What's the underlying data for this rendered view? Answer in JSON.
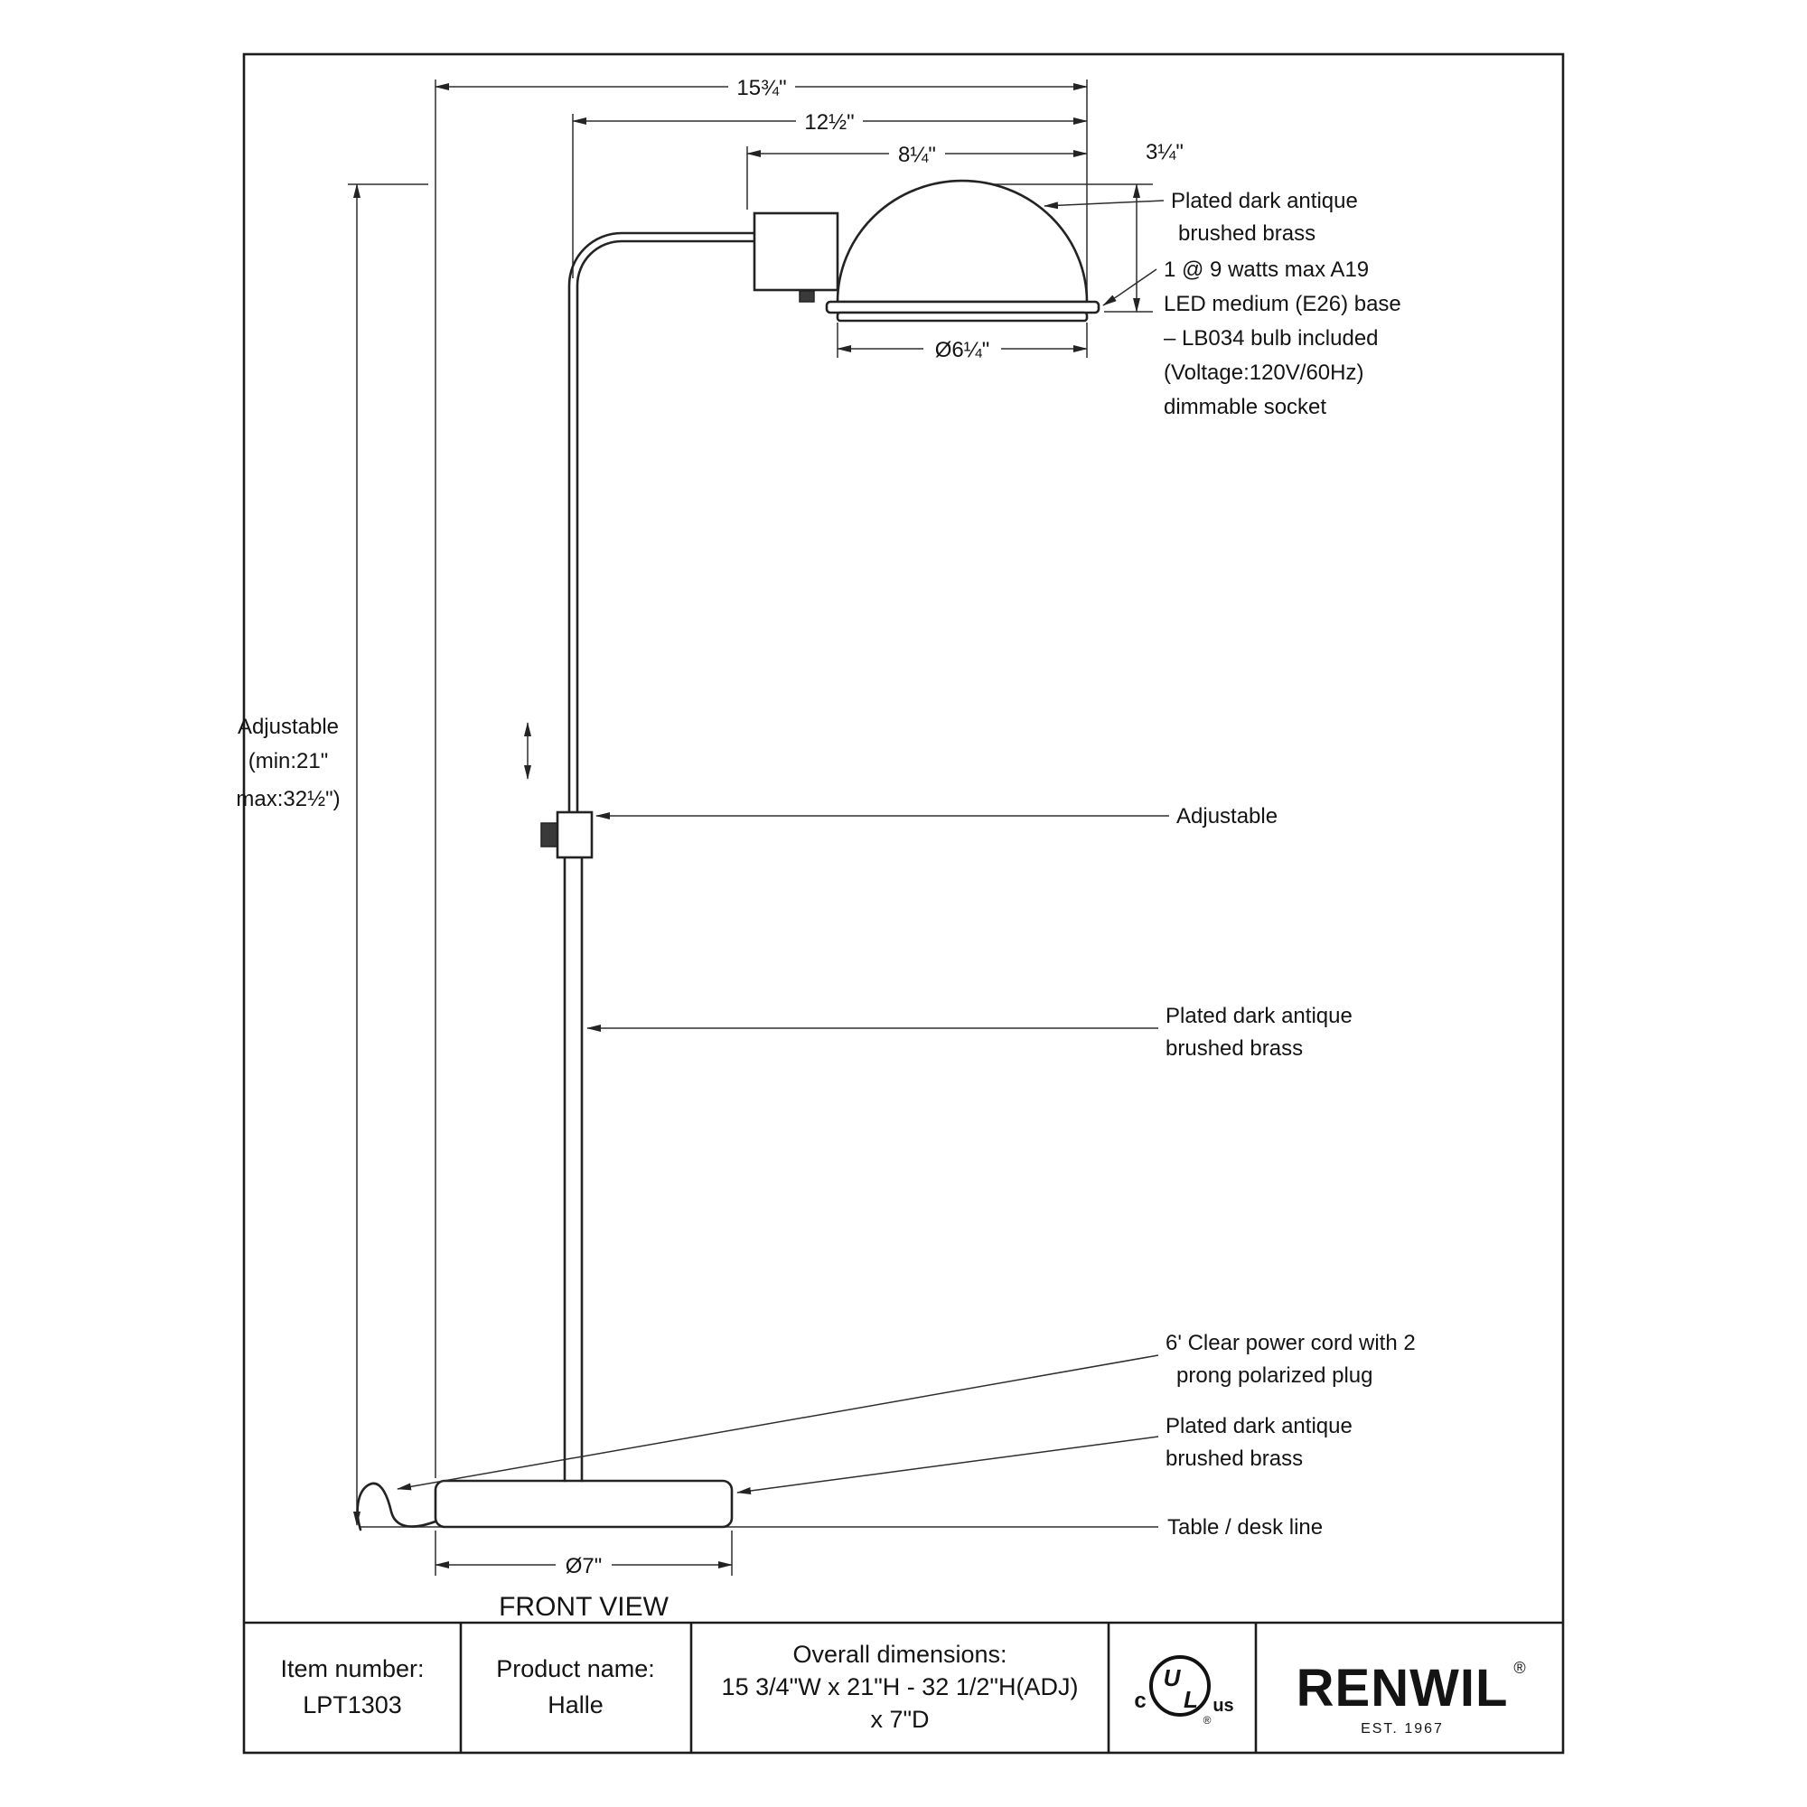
{
  "drawing": {
    "front_view": "FRONT VIEW"
  },
  "dims": {
    "overall_width": "15¾\"",
    "arm_width": "12½\"",
    "shade_width": "8¼\"",
    "shade_height": "3¼\"",
    "shade_diameter": "Ø6¼\"",
    "base_diameter": "Ø7\"",
    "adjustable_1": "Adjustable",
    "adjustable_2": "(min:21\"",
    "adjustable_3": "max:32½\")"
  },
  "notes": {
    "shade_finish_1": "Plated dark antique",
    "shade_finish_2": "brushed brass",
    "bulb_1": "1 @ 9 watts max A19",
    "bulb_2": "LED medium (E26) base",
    "bulb_3": "– LB034 bulb included",
    "bulb_4": "(Voltage:120V/60Hz)",
    "bulb_5": "dimmable socket",
    "adjustable": "Adjustable",
    "pole_finish_1": "Plated dark antique",
    "pole_finish_2": "brushed brass",
    "cord_1": "6' Clear power cord with 2",
    "cord_2": "prong polarized plug",
    "base_finish_1": "Plated dark antique",
    "base_finish_2": "brushed brass",
    "table_line": "Table / desk line"
  },
  "title_block": {
    "item_label": "Item number:",
    "item_value": "LPT1303",
    "product_label": "Product name:",
    "product_value": "Halle",
    "dims_label": "Overall dimensions:",
    "dims_value_1": "15 3/4\"W x 21\"H - 32 1/2\"H(ADJ)",
    "dims_value_2": "x 7\"D",
    "ul_c": "c",
    "ul_u": "U",
    "ul_l": "L",
    "ul_us": "us",
    "ul_reg": "®",
    "brand": "RENWIL",
    "brand_reg": "®",
    "brand_est": "EST. 1967"
  }
}
